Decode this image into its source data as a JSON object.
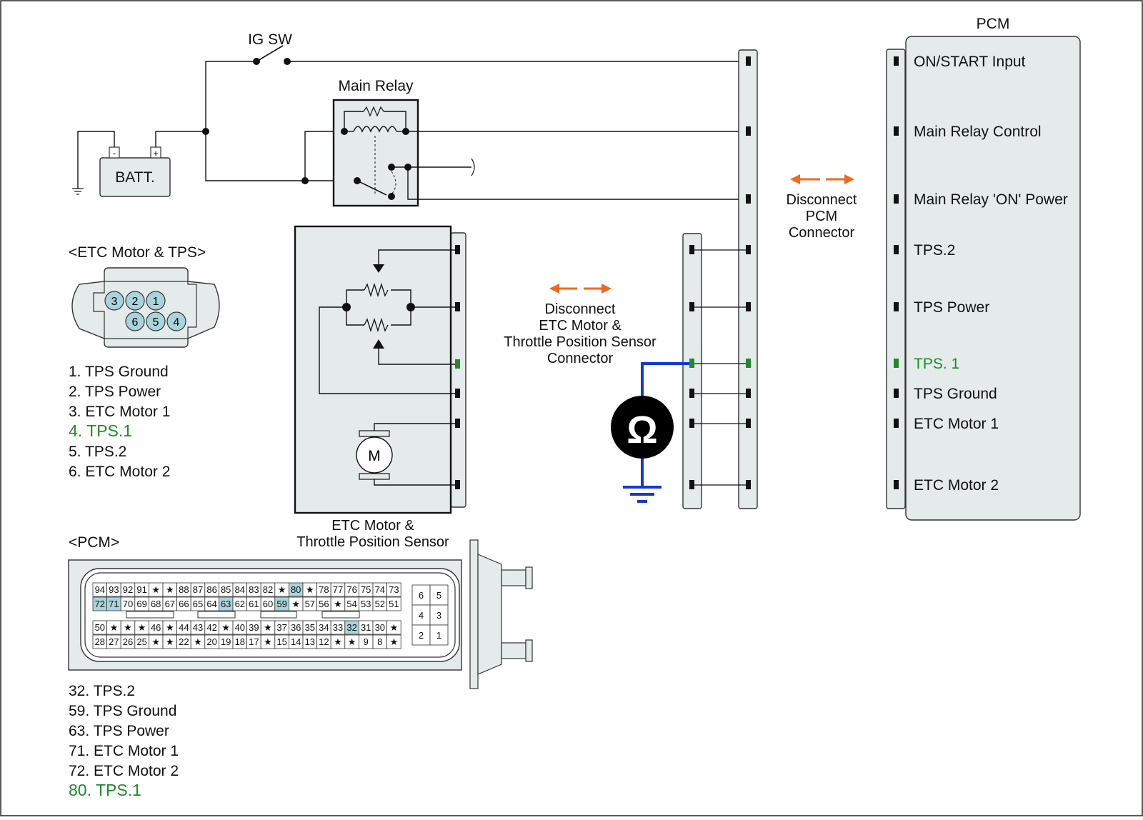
{
  "labels": {
    "ig_sw": "IG SW",
    "main_relay": "Main Relay",
    "batt": "BATT.",
    "batt_minus": "-",
    "batt_plus": "+",
    "pcm_title": "PCM",
    "disconnect_pcm": [
      "Disconnect",
      "PCM",
      "Connector"
    ],
    "disconnect_etc": [
      "Disconnect",
      "ETC Motor &",
      "Throttle Position Sensor",
      "Connector"
    ],
    "etc_sensor": [
      "ETC Motor &",
      "Throttle Position Sensor"
    ],
    "motor": "M",
    "ohm": "Ω",
    "etc_connector_title": "<ETC Motor & TPS>",
    "pcm_connector_title": "<PCM>"
  },
  "pcm_terminals": [
    {
      "label": "ON/START Input",
      "highlight": false
    },
    {
      "label": "Main Relay Control",
      "highlight": false
    },
    {
      "label": "Main Relay 'ON' Power",
      "highlight": false
    },
    {
      "label": "TPS.2",
      "highlight": false
    },
    {
      "label": "TPS Power",
      "highlight": false
    },
    {
      "label": "TPS. 1",
      "highlight": true
    },
    {
      "label": "TPS Ground",
      "highlight": false
    },
    {
      "label": "ETC Motor 1",
      "highlight": false
    },
    {
      "label": "ETC Motor 2",
      "highlight": false
    }
  ],
  "etc_pins_top": [
    "3",
    "2",
    "1"
  ],
  "etc_pins_bottom": [
    "6",
    "5",
    "4"
  ],
  "etc_legend": [
    {
      "text": "1. TPS Ground",
      "highlight": false
    },
    {
      "text": "2. TPS Power",
      "highlight": false
    },
    {
      "text": "3. ETC Motor 1",
      "highlight": false
    },
    {
      "text": "4. TPS.1",
      "highlight": true
    },
    {
      "text": "5. TPS.2",
      "highlight": false
    },
    {
      "text": "6. ETC Motor 2",
      "highlight": false
    }
  ],
  "pcm_connector_rows": [
    [
      "94",
      "93",
      "92",
      "91",
      "★",
      "★",
      "88",
      "87",
      "86",
      "85",
      "84",
      "83",
      "82",
      "★",
      "80",
      "★",
      "78",
      "77",
      "76",
      "75",
      "74",
      "73"
    ],
    [
      "72",
      "71",
      "70",
      "69",
      "68",
      "67",
      "66",
      "65",
      "64",
      "63",
      "62",
      "61",
      "60",
      "59",
      "★",
      "57",
      "56",
      "★",
      "54",
      "53",
      "52",
      "51"
    ],
    [
      "50",
      "★",
      "★",
      "★",
      "46",
      "★",
      "44",
      "43",
      "42",
      "★",
      "40",
      "39",
      "★",
      "37",
      "36",
      "35",
      "34",
      "33",
      "32",
      "31",
      "30",
      "★"
    ],
    [
      "28",
      "27",
      "26",
      "25",
      "★",
      "★",
      "22",
      "★",
      "20",
      "19",
      "18",
      "17",
      "★",
      "15",
      "14",
      "13",
      "12",
      "★",
      "★",
      "9",
      "8",
      "★"
    ]
  ],
  "pcm_connector_highlight": [
    "80",
    "72",
    "71",
    "63",
    "59",
    "32"
  ],
  "pcm_connector_side": [
    [
      "6",
      "5"
    ],
    [
      "4",
      "3"
    ],
    [
      "2",
      "1"
    ]
  ],
  "pcm_legend": [
    {
      "text": "32. TPS.2",
      "highlight": false
    },
    {
      "text": "59. TPS Ground",
      "highlight": false
    },
    {
      "text": "63. TPS Power",
      "highlight": false
    },
    {
      "text": "71. ETC Motor 1",
      "highlight": false
    },
    {
      "text": "72. ETC Motor 2",
      "highlight": false
    },
    {
      "text": "80. TPS.1",
      "highlight": true
    }
  ],
  "colors": {
    "highlight_text": "#1f8a2a",
    "meter_lead": "#1238d6",
    "disconnect_arrow": "#f06a1e",
    "pin_highlight": "#a9d4dc"
  }
}
